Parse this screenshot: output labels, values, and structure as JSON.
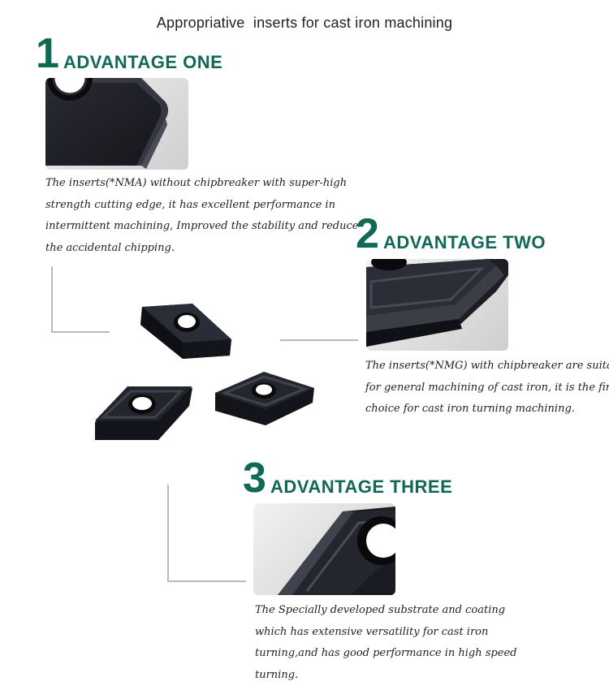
{
  "page": {
    "title": "Appropriative  inserts for cast iron machining"
  },
  "advantages": [
    {
      "number": "1",
      "heading": "ADVANTAGE ONE",
      "lines": [
        "The inserts(*NMA) without chipbreaker with super-high",
        "strength cutting edge, it has excellent performance in",
        "intermittent machining, Improved the stability and reduce",
        "the accidental chipping."
      ]
    },
    {
      "number": "2",
      "heading": "ADVANTAGE TWO",
      "lines": [
        "The inserts(*NMG) with chipbreaker are suitable",
        "for general machining of cast iron, it is the first",
        "choice for cast iron turning machining."
      ]
    },
    {
      "number": "3",
      "heading": "ADVANTAGE THREE",
      "lines": [
        "The Specially developed substrate and coating",
        "which has extensive versatility for cast iron",
        "turning,and has good performance in high speed",
        "turning."
      ]
    }
  ],
  "colors": {
    "accent": "#0f6a55",
    "insert_body": "#1c1d24",
    "insert_edge": "#3a3c46"
  }
}
